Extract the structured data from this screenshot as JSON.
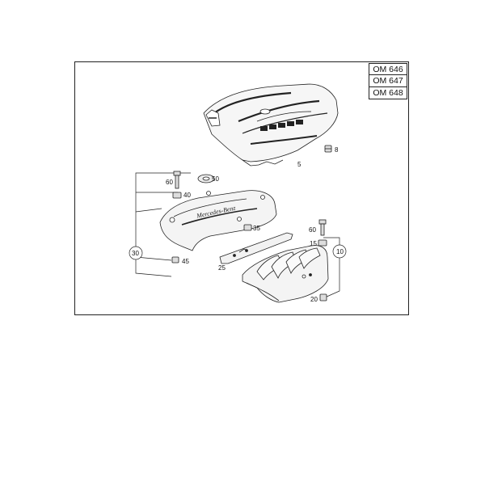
{
  "models": [
    "OM 646",
    "OM 647",
    "OM 648"
  ],
  "callouts": {
    "p5": "5",
    "p8": "8",
    "p10": "10",
    "p15": "15",
    "p20": "20",
    "p25": "25",
    "p30": "30",
    "p35": "35",
    "p40": "40",
    "p45": "45",
    "p50": "50",
    "p60a": "60",
    "p60b": "60"
  },
  "logo_text": "Mercedes-Benz"
}
